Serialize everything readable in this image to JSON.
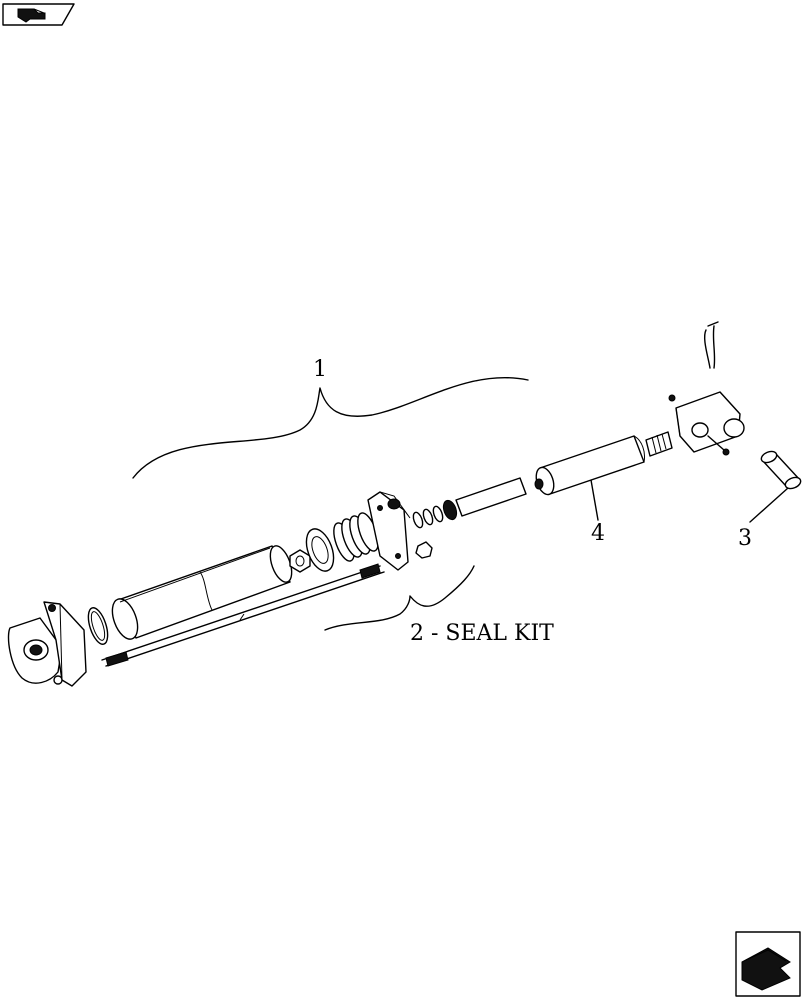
{
  "callouts": {
    "assembly": "1",
    "seal_kit": "2 - SEAL KIT",
    "pin": "3",
    "rod": "4"
  },
  "nav": {
    "top_icon": "previous-page-arrow-icon",
    "bottom_icon": "next-page-arrow-icon"
  },
  "colors": {
    "ink": "#000000",
    "background": "#ffffff"
  }
}
